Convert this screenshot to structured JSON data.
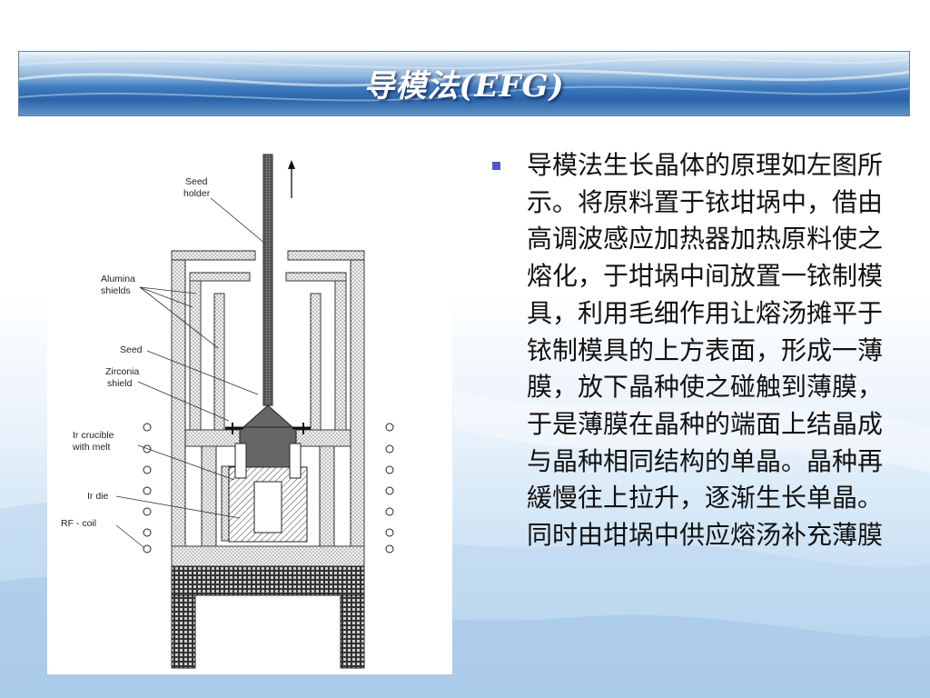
{
  "slide": {
    "title": "导模法(EFG)",
    "bullet_text": "导模法生长晶体的原理如左图所示。将原料置于铱坩埚中，借由高调波感应加热器加热原料使之熔化，于坩埚中间放置一铱制模具，利用毛细作用让熔汤摊平于铱制模具的上方表面，形成一薄膜，放下晶种使之碰触到薄膜，于是薄膜在晶种的端面上结晶成与晶种相同结构的单晶。晶种再緩慢往上拉升，逐渐生长单晶。同时由坩埚中供应熔汤补充薄膜"
  },
  "figure": {
    "labels": {
      "seed_holder_1": "Seed",
      "seed_holder_2": "holder",
      "alumina_1": "Alumina",
      "alumina_2": "shields",
      "seed": "Seed",
      "zirconia_1": "Zirconia",
      "zirconia_2": "shield",
      "crucible_1": "Ir crucible",
      "crucible_2": "with melt",
      "ir_die": "Ir die",
      "rf_coil": "RF - coil"
    }
  },
  "colors": {
    "title_band_dark": "#2a64a8",
    "bullet_marker": "#4f57c8",
    "text": "#111111"
  }
}
